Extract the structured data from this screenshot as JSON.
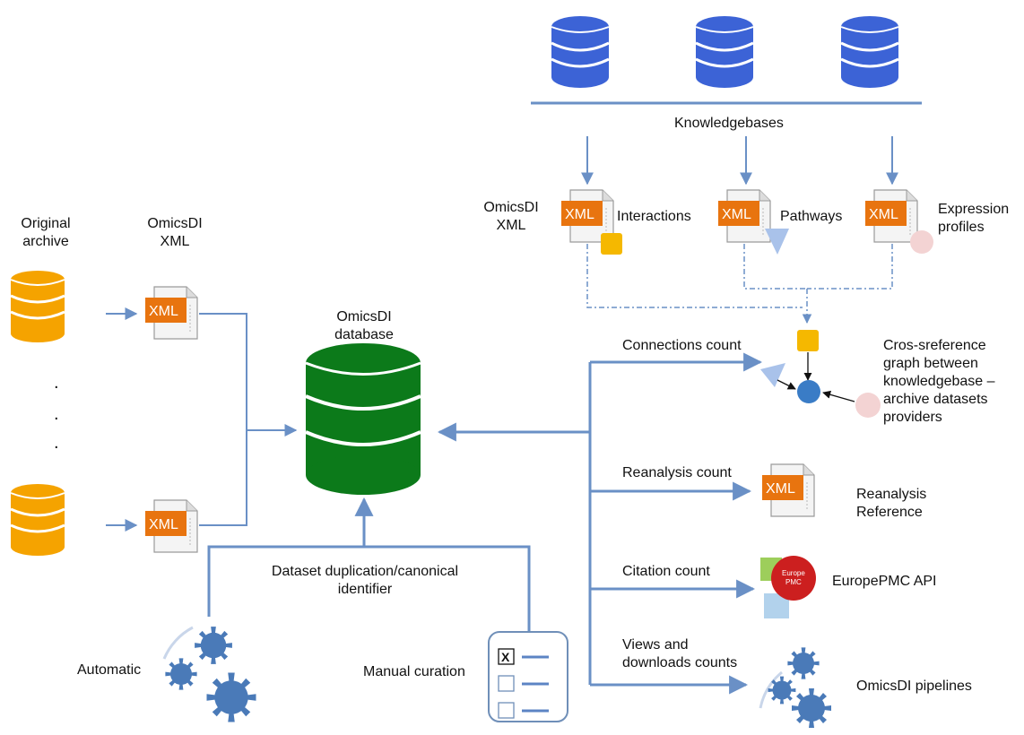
{
  "knowledgebases": {
    "label": "Knowledgebases",
    "xml_label": "OmicsDI\nXML",
    "items": [
      {
        "name": "Interactions"
      },
      {
        "name": "Pathways"
      },
      {
        "name": "Expression\nprofiles"
      }
    ]
  },
  "archive": {
    "header": "Original\narchive",
    "xml_header": "OmicsDI\nXML",
    "ellipsis": "."
  },
  "xml_icon_text": "XML",
  "database": {
    "label": "OmicsDI\ndatabase"
  },
  "curation": {
    "label": "Dataset duplication/canonical\nidentifier",
    "automatic": "Automatic",
    "manual": "Manual curation",
    "checkbox_mark": "X"
  },
  "outputs": {
    "connections": {
      "metric": "Connections count",
      "target": "Cros-sreference\ngraph between\nknowledgebase –\narchive datasets\nproviders"
    },
    "reanalysis": {
      "metric": "Reanalysis count",
      "target": "Reanalysis\nReference"
    },
    "citation": {
      "metric": "Citation count",
      "target": "EuropePMC API",
      "logo_text": "Europe\nPMC"
    },
    "views": {
      "metric": "Views and\ndownloads counts",
      "target": "OmicsDI pipelines"
    }
  },
  "colors": {
    "kb_db": "#3c63d6",
    "archive_db": "#f5a300",
    "omicsdi_db": "#0c7a1a",
    "xml_orange": "#e8740f",
    "arrow_blue": "#6a90c6",
    "node_blue": "#3a7cc6",
    "square_yellow": "#f5b800",
    "triangle_light": "#a9c2ea",
    "pink": "#f3d3d3",
    "gear_blue": "#4a7ab8",
    "pmc_red": "#cc1f1f"
  }
}
